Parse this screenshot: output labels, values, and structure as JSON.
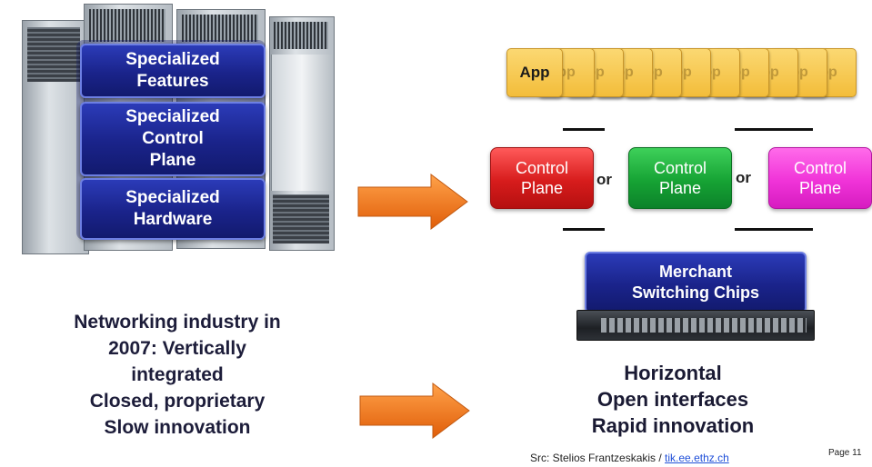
{
  "left_stack": {
    "features": [
      "Specialized",
      "Features"
    ],
    "control": [
      "Specialized",
      "Control",
      "Plane"
    ],
    "hardware": [
      "Specialized",
      "Hardware"
    ]
  },
  "left_desc": [
    "Networking industry in",
    "2007: Vertically",
    "integrated",
    "Closed, proprietary",
    "Slow innovation"
  ],
  "apps": {
    "front_label": "App",
    "back_labels": [
      "pp",
      "pp",
      "pp",
      "pp",
      "pp",
      "pp",
      "pp",
      "pp",
      "pp",
      "pp"
    ]
  },
  "control_planes": [
    {
      "lines": [
        "Control",
        "Plane"
      ],
      "color": "#d71c1c"
    },
    {
      "lines": [
        "Control",
        "Plane"
      ],
      "color": "#16a334"
    },
    {
      "lines": [
        "Control",
        "Plane"
      ],
      "color": "#f033d8"
    }
  ],
  "or_labels": [
    "or",
    "or"
  ],
  "merchant": [
    "Merchant",
    "Switching Chips"
  ],
  "right_desc": [
    "Horizontal",
    "Open interfaces",
    "Rapid innovation"
  ],
  "footer": {
    "src_prefix": "Src: Stelios Frantzeskakis / ",
    "src_link": "tik.ee.ethz.ch",
    "page": "Page 11"
  },
  "colors": {
    "arrow": "#f07a1c",
    "spec_blue": "#1a238a",
    "app_gold": "#f3bd3a"
  }
}
